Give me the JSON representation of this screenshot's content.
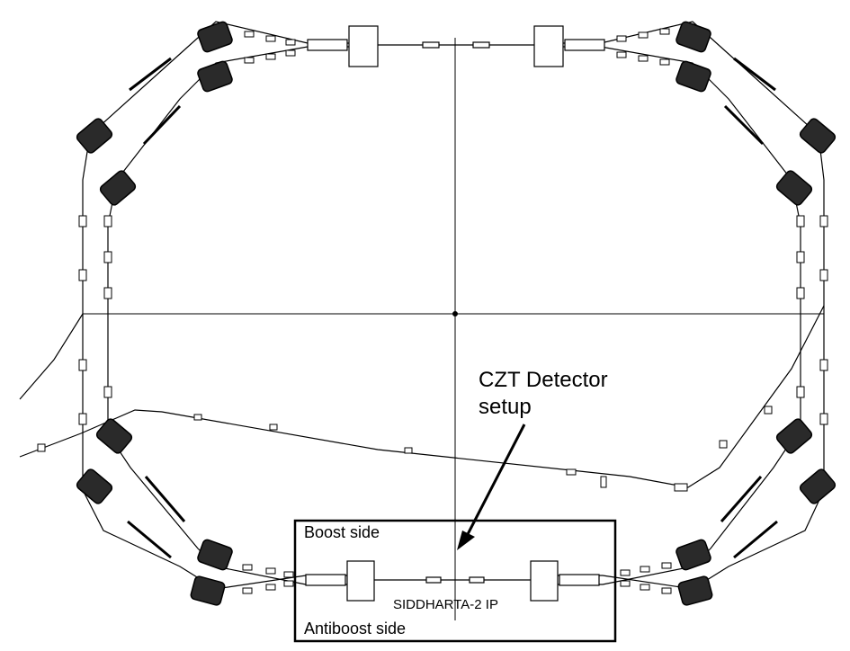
{
  "annotations": {
    "detector_line1": "CZT Detector",
    "detector_line2": "setup",
    "boost_side": "Boost side",
    "antiboost_side": "Antiboost side",
    "interaction_point": "SIDDHARTA-2 IP"
  },
  "colors": {
    "line": "#000000",
    "background": "#ffffff",
    "magnet_fill": "#2a2a2a"
  }
}
